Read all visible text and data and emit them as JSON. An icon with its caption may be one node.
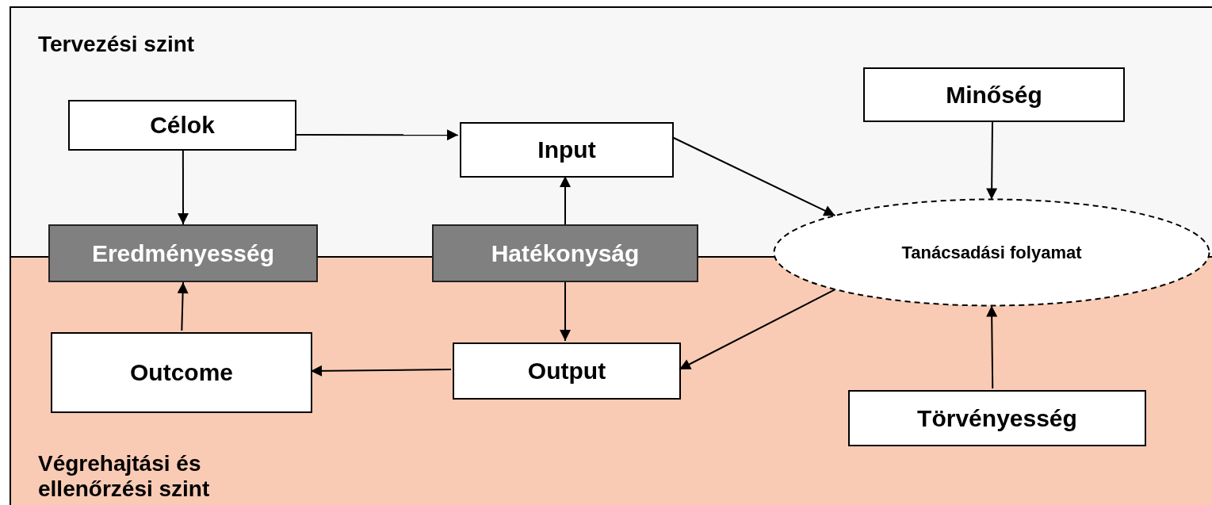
{
  "diagram": {
    "nodes": [
      {
        "text": [
          "Tervezési szint"
        ]
      },
      {
        "text": [
          "Célok"
        ],
        "in": 0
      },
      {
        "text": [
          "Input"
        ],
        "in": 0
      },
      {
        "text": [
          "Minőség"
        ],
        "in": 0
      },
      {
        "text": [
          "Eredményesség"
        ]
      },
      {
        "text": [
          "Hatékonyság"
        ]
      },
      {
        "text": [
          "Tanácsadási folyamat"
        ]
      },
      {
        "text": [
          "Végrehajtási és ellenőrzési szint"
        ]
      },
      {
        "text": [
          "Outcome"
        ],
        "in": 7
      },
      {
        "text": [
          "Output"
        ],
        "in": 7
      },
      {
        "text": [
          "Törvényesség"
        ],
        "in": 7
      }
    ],
    "edges": [
      {
        "from": 1,
        "to": 2,
        "arrow": "to"
      },
      {
        "from": 1,
        "to": 4,
        "arrow": "to"
      },
      {
        "from": 5,
        "to": 2,
        "arrow": "to"
      },
      {
        "from": 2,
        "to": 6,
        "arrow": "to"
      },
      {
        "from": 3,
        "to": 6,
        "arrow": "to"
      },
      {
        "from": 5,
        "to": 9,
        "arrow": "to"
      },
      {
        "from": 6,
        "to": 9,
        "arrow": "to"
      },
      {
        "from": 9,
        "to": 8,
        "arrow": "to"
      },
      {
        "from": 8,
        "to": 4,
        "arrow": "to"
      },
      {
        "from": 10,
        "to": 6,
        "arrow": "to"
      }
    ]
  }
}
